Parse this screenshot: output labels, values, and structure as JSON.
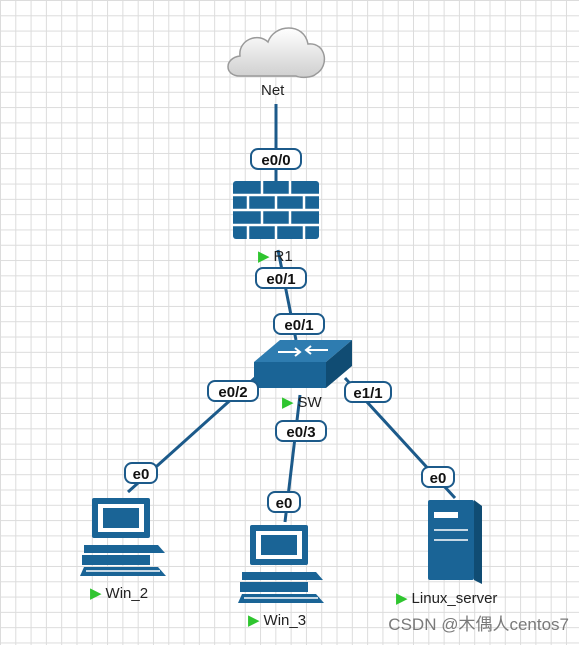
{
  "nodes": {
    "net": {
      "label": "Net"
    },
    "r1": {
      "label": "R1"
    },
    "sw": {
      "label": "SW"
    },
    "win2": {
      "label": "Win_2"
    },
    "win3": {
      "label": "Win_3"
    },
    "linux": {
      "label": "Linux_server"
    }
  },
  "interfaces": {
    "r1_e00": "e0/0",
    "r1_e01": "e0/1",
    "sw_e01": "e0/1",
    "sw_e02": "e0/2",
    "sw_e03": "e0/3",
    "sw_e11": "e1/1",
    "win2_e0": "e0",
    "win3_e0": "e0",
    "linux_e0": "e0"
  },
  "colors": {
    "link": "#1c5a8a",
    "device": "#1a6496",
    "running": "#2fc52f"
  },
  "watermark": "CSDN @木偶人centos7"
}
